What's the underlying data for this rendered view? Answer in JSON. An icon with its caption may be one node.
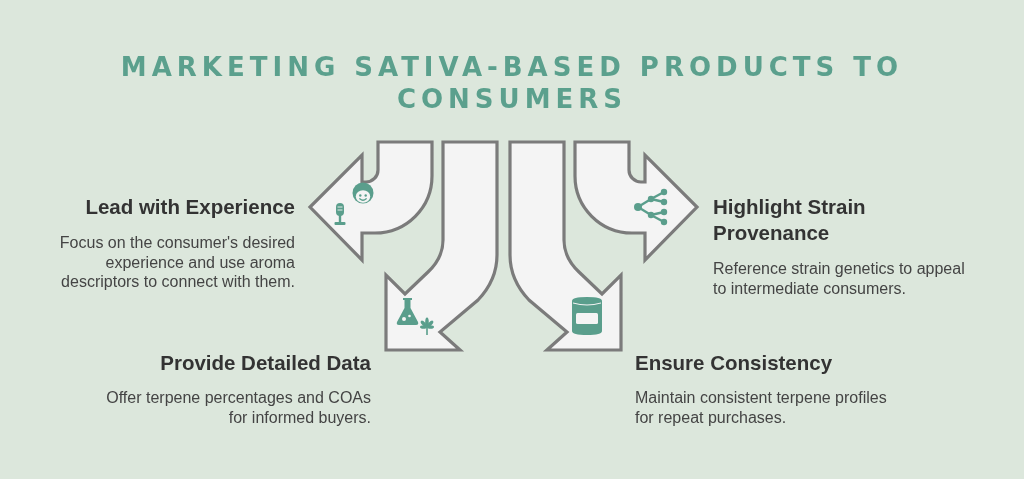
{
  "diagram": {
    "title": "MARKETING SATIVA-BASED PRODUCTS TO CONSUMERS",
    "labels": [
      "Lead with Experience",
      "Focus on the consumer's desired experience and use aroma descriptors to connect with them.",
      "Highlight Strain Provenance",
      "Reference strain genetics to appeal to intermediate consumers.",
      "Provide Detailed Data",
      "Offer terpene percentages and COAs for informed buyers.",
      "Ensure Consistency",
      "Maintain consistent terpene profiles for repeat purchases."
    ]
  }
}
